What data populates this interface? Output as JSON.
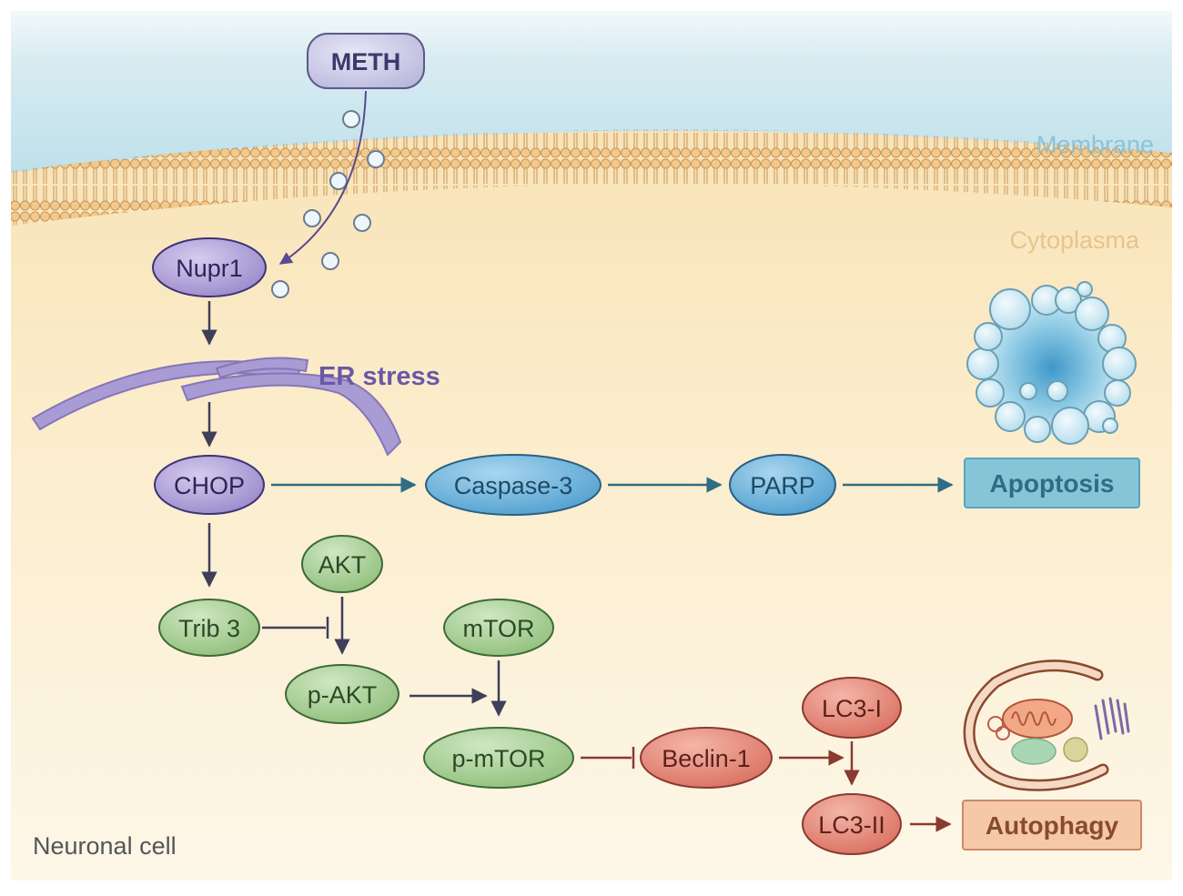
{
  "labels": {
    "membrane": "Membrane",
    "cytoplasm": "Cytoplasma",
    "cell": "Neuronal cell",
    "er_stress": "ER stress"
  },
  "nodes": {
    "meth": "METH",
    "nupr1": "Nupr1",
    "chop": "CHOP",
    "caspase3": "Caspase-3",
    "parp": "PARP",
    "apoptosis": "Apoptosis",
    "trib3": "Trib 3",
    "akt": "AKT",
    "pakt": "p-AKT",
    "mtor": "mTOR",
    "pmtor": "p-mTOR",
    "beclin1": "Beclin-1",
    "lc3i": "LC3-I",
    "lc3ii": "LC3-II",
    "autophagy": "Autophagy"
  },
  "colors": {
    "extracellular": "#cfe7ee",
    "cytoplasm": "#fbe9c4",
    "purple": "#a99bd4",
    "blue": "#5fa9d6",
    "green": "#9cc98a",
    "red": "#e07e70",
    "apoptosis_box": "#86c5d8",
    "autophagy_box": "#f5c9a8"
  }
}
